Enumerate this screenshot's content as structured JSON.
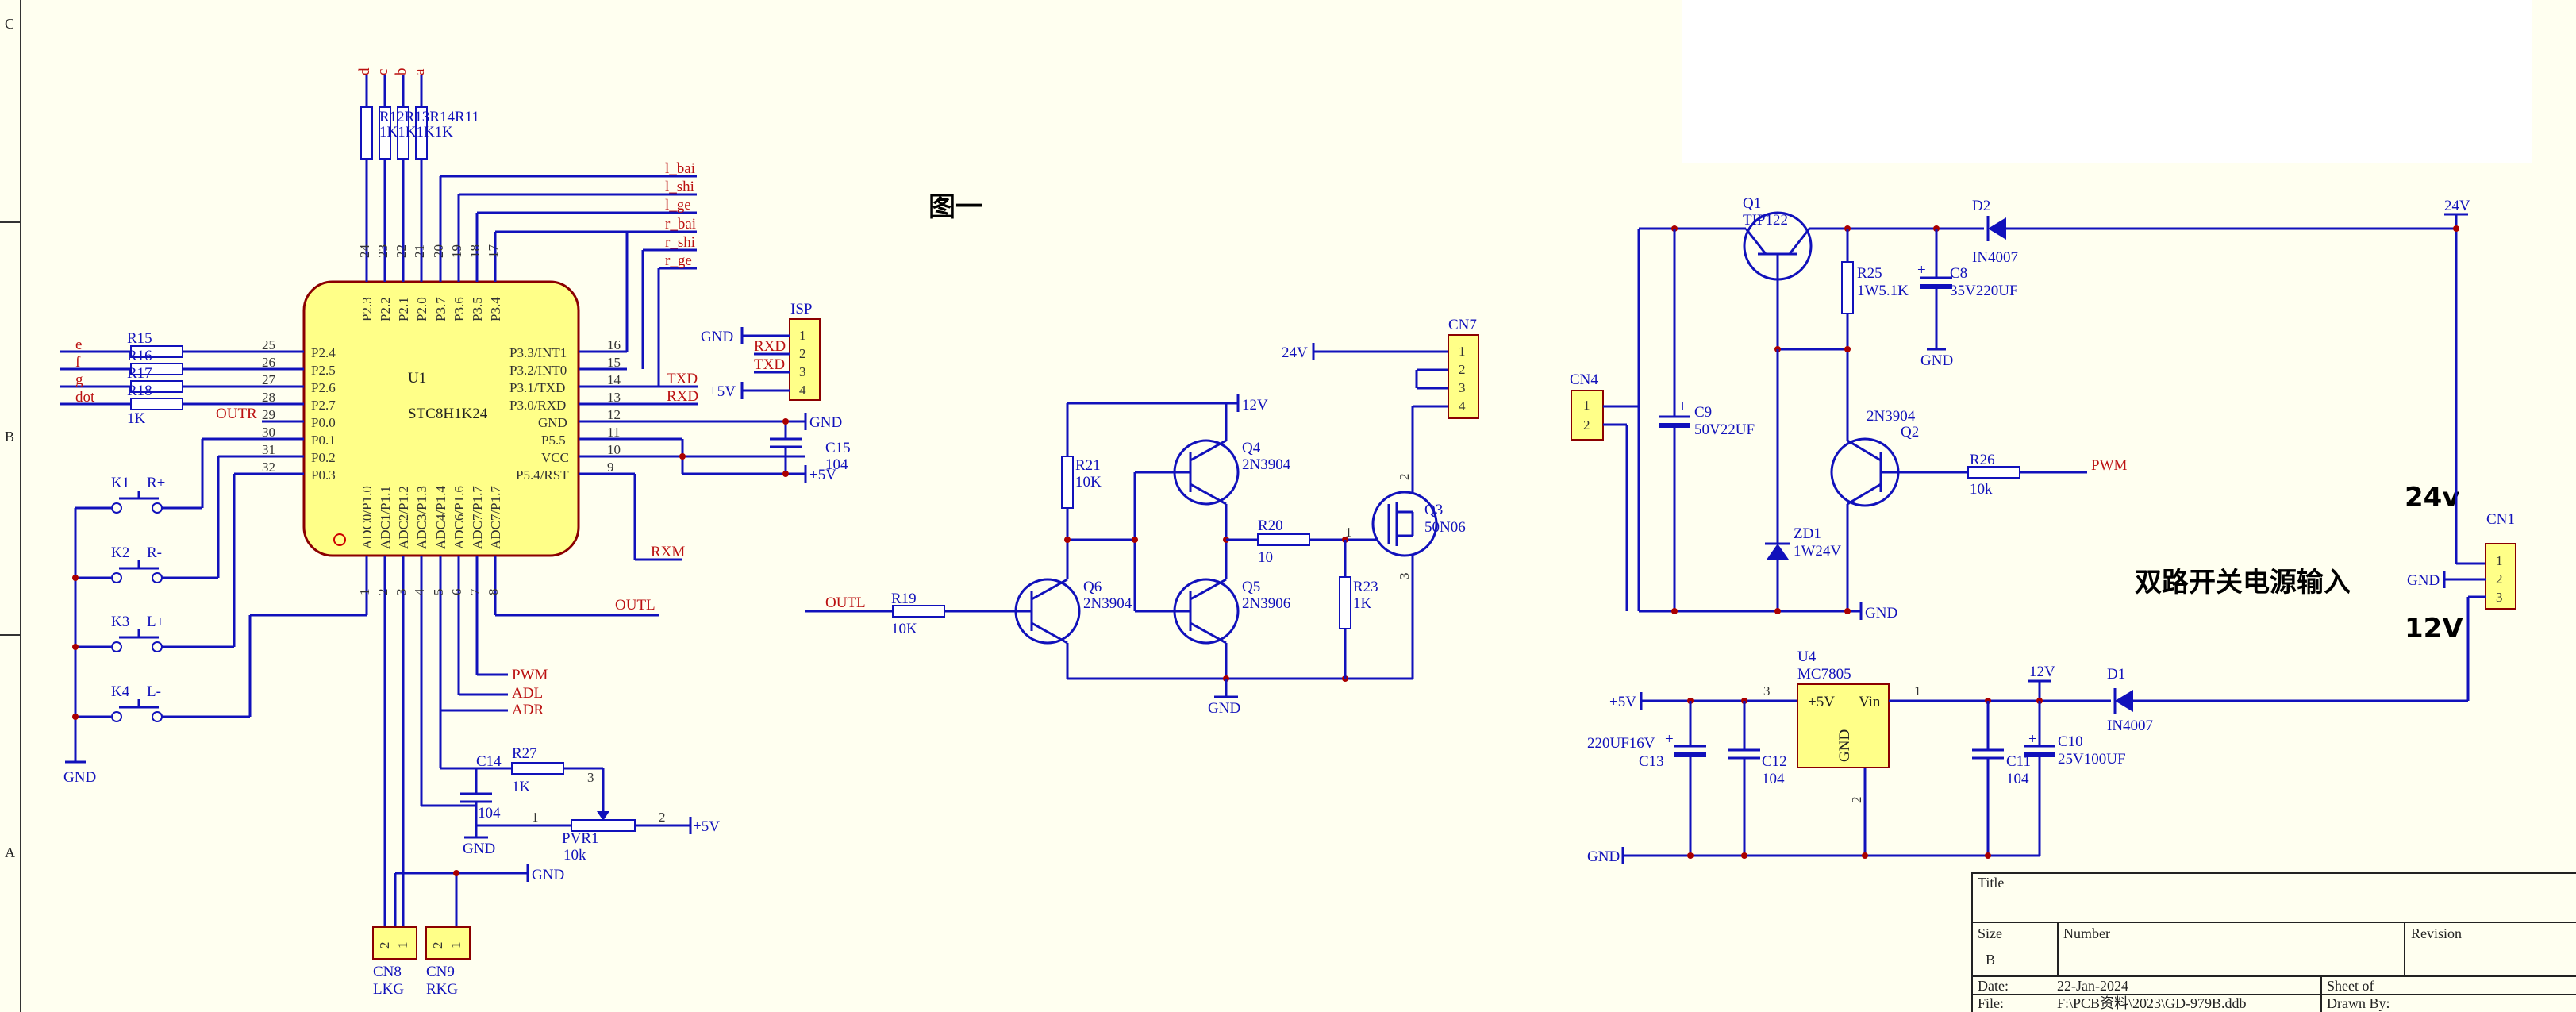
{
  "frame": {
    "rows": [
      "C",
      "B",
      "A"
    ]
  },
  "headings": {
    "fig": "图一",
    "power_input": "双路开关电源输入",
    "v24": "24v",
    "v12": "12V"
  },
  "mcu": {
    "ref": "U1",
    "part": "STC8H1K24",
    "left_pins": [
      {
        "num": "25",
        "name": "P2.4"
      },
      {
        "num": "26",
        "name": "P2.5"
      },
      {
        "num": "27",
        "name": "P2.6"
      },
      {
        "num": "28",
        "name": "P2.7"
      },
      {
        "num": "29",
        "name": "P0.0"
      },
      {
        "num": "30",
        "name": "P0.1"
      },
      {
        "num": "31",
        "name": "P0.2"
      },
      {
        "num": "32",
        "name": "P0.3"
      }
    ],
    "right_pins": [
      {
        "num": "16",
        "name": "P3.3/INT1"
      },
      {
        "num": "15",
        "name": "P3.2/INT0"
      },
      {
        "num": "14",
        "name": "P3.1/TXD"
      },
      {
        "num": "13",
        "name": "P3.0/RXD"
      },
      {
        "num": "12",
        "name": "GND"
      },
      {
        "num": "11",
        "name": "P5.5"
      },
      {
        "num": "10",
        "name": "VCC"
      },
      {
        "num": "9",
        "name": "P5.4/RST"
      }
    ],
    "top_pins": [
      {
        "num": "24",
        "name": "P2.3"
      },
      {
        "num": "23",
        "name": "P2.2"
      },
      {
        "num": "22",
        "name": "P2.1"
      },
      {
        "num": "21",
        "name": "P2.0"
      },
      {
        "num": "20",
        "name": "P3.7"
      },
      {
        "num": "19",
        "name": "P3.6"
      },
      {
        "num": "18",
        "name": "P3.5"
      },
      {
        "num": "17",
        "name": "P3.4"
      }
    ],
    "bottom_pins": [
      {
        "num": "1",
        "name": "ADC0/P1.0"
      },
      {
        "num": "2",
        "name": "ADC1/P1.1"
      },
      {
        "num": "3",
        "name": "ADC2/P1.2"
      },
      {
        "num": "4",
        "name": "ADC3/P1.3"
      },
      {
        "num": "5",
        "name": "ADC4/P1.4"
      },
      {
        "num": "6",
        "name": "ADC6/P1.6"
      },
      {
        "num": "7",
        "name": "ADC7/P1.7"
      },
      {
        "num": "8",
        "name": "ADC7/P1.7"
      }
    ]
  },
  "nets": {
    "left": [
      "e",
      "f",
      "g",
      "dot"
    ],
    "top": [
      "d",
      "c",
      "b",
      "a"
    ],
    "digits": [
      "l_bai",
      "l_shi",
      "l_ge",
      "r_bai",
      "r_shi",
      "r_ge"
    ],
    "outr": "OUTR",
    "txd": "TXD",
    "rxd": "RXD",
    "rxm": "RXM",
    "outl": "OUTL",
    "pwm": "PWM",
    "adl": "ADL",
    "adr": "ADR",
    "gnd": "GND",
    "p5v": "+5V",
    "p12v": "12V",
    "p24v": "24V"
  },
  "resistors": {
    "r_left": [
      "R15",
      "R16",
      "R17",
      "R18"
    ],
    "r_left_val": "1K",
    "r_top": "R12R13R14R11",
    "r_top_val": "1K1K1K1K",
    "r_top_last": "R11",
    "r_top_last_val": "1K",
    "r27": "R27",
    "r27v": "1K",
    "r19": "R19",
    "r19v": "10K",
    "r21": "R21",
    "r21v": "10K",
    "r20": "R20",
    "r20v": "10",
    "r23": "R23",
    "r23v": "1K",
    "r25": "R25",
    "r25v": "1W5.1K",
    "r26": "R26",
    "r26v": "10k",
    "pvr1": "PVR1",
    "pvr1v": "10k"
  },
  "caps": {
    "c14": "C14",
    "c14v": "104",
    "c15": "C15",
    "c15v": "104",
    "c9": "C9",
    "c9v": "50V22UF",
    "c8": "C8",
    "c8v": "35V220UF",
    "c13": "C13",
    "c13v": "220UF16V",
    "c12": "C12",
    "c12v": "104",
    "c11": "C11",
    "c11v": "104",
    "c10": "C10",
    "c10v": "25V100UF"
  },
  "keys": [
    {
      "ref": "K1",
      "net": "R+"
    },
    {
      "ref": "K2",
      "net": "R-"
    },
    {
      "ref": "K3",
      "net": "L+"
    },
    {
      "ref": "K4",
      "net": "L-"
    }
  ],
  "connectors": {
    "isp": "ISP",
    "isp_pins": [
      "1",
      "2",
      "3",
      "4"
    ],
    "isp_nets": [
      "GND",
      "RXD",
      "TXD",
      "+5V"
    ],
    "cn7": "CN7",
    "cn7_pins": [
      "1",
      "2",
      "3",
      "4"
    ],
    "cn4": "CN4",
    "cn4_pins": [
      "1",
      "2"
    ],
    "cn1": "CN1",
    "cn1_pins": [
      "1",
      "2",
      "3"
    ],
    "cn8": "CN8",
    "cn8_name": "LKG",
    "cn9": "CN9",
    "cn9_name": "RKG",
    "cn89_pins": [
      "2",
      "1"
    ]
  },
  "semis": {
    "q1": "Q1",
    "q1p": "TIP122",
    "q2": "Q2",
    "q2p": "2N3904",
    "q3": "Q3",
    "q3p": "50N06",
    "q4": "Q4",
    "q4p": "2N3904",
    "q5": "Q5",
    "q5p": "2N3906",
    "q6": "Q6",
    "q6p": "2N3904",
    "d1": "D1",
    "d1p": "IN4007",
    "d2": "D2",
    "d2p": "IN4007",
    "zd1": "ZD1",
    "zd1p": "1W24V",
    "u4": "U4",
    "u4p": "MC7805",
    "u4_in": "Vin",
    "u4_out": "+5V",
    "u4_gnd": "GND"
  },
  "pin_nums": {
    "one": "1",
    "two": "2",
    "three": "3"
  },
  "title_block": {
    "title": "Title",
    "size": "Size",
    "size_val": "B",
    "number": "Number",
    "revision": "Revision",
    "date_label": "Date:",
    "date": "22-Jan-2024",
    "file_label": "File:",
    "file": "F:\\PCB资料\\2023\\GD-979B.ddb",
    "sheet": "Sheet    of",
    "drawn": "Drawn By:"
  }
}
